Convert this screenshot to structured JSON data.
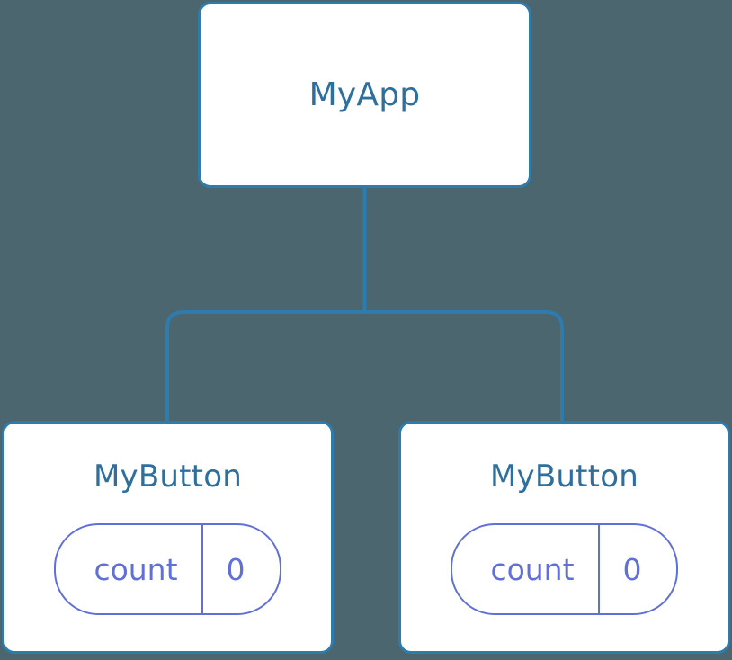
{
  "diagram": {
    "title": "component-tree",
    "background_color": "#4c6670",
    "node_fill": "#ffffff",
    "node_border_color": "#2e7bae",
    "node_label_color": "#2e6f9e",
    "state_color": "#6170d8",
    "edge_color": "#2e7bae"
  },
  "nodes": {
    "root": {
      "label": "MyApp"
    },
    "left": {
      "label": "MyButton",
      "state": {
        "key": "count",
        "value": "0"
      }
    },
    "right": {
      "label": "MyButton",
      "state": {
        "key": "count",
        "value": "0"
      }
    }
  }
}
